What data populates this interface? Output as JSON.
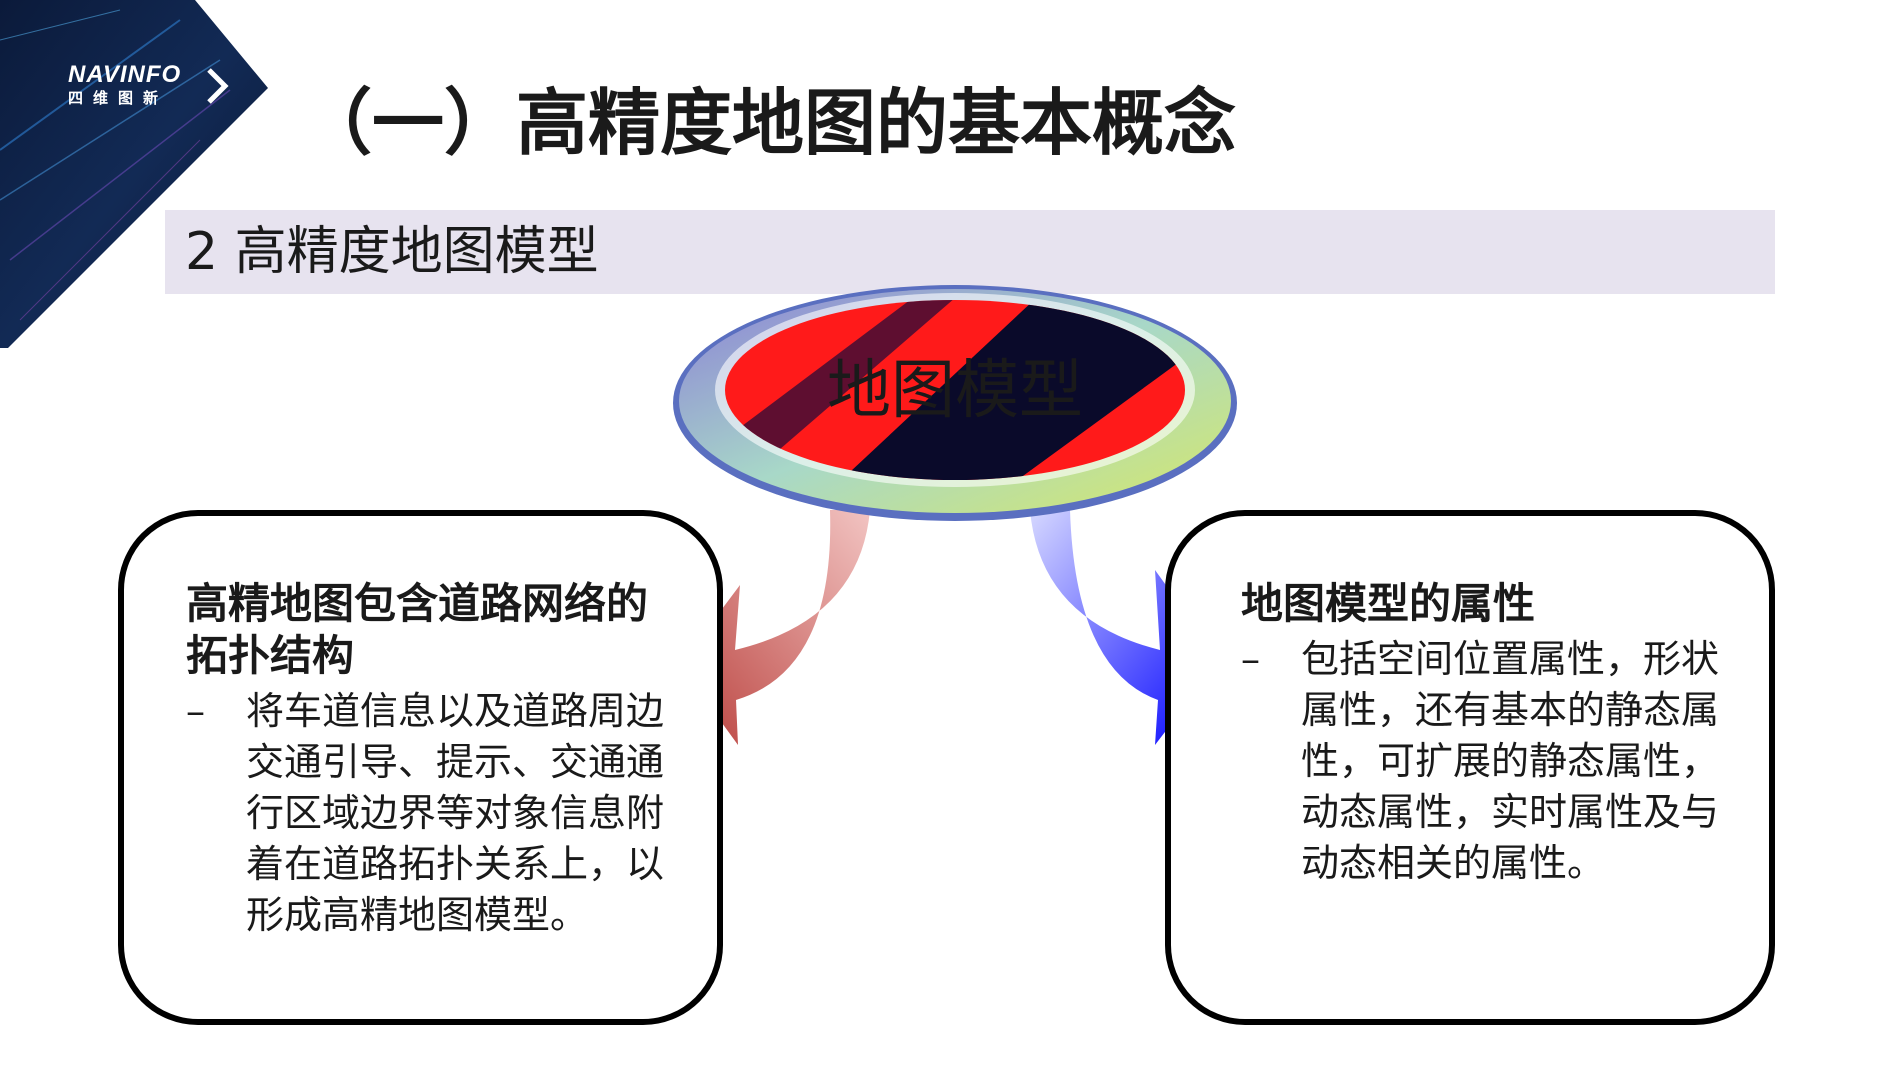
{
  "logo": {
    "brand": "NAVINFO",
    "sub": "四维图新"
  },
  "title": "（一）高精度地图的基本概念",
  "subtitle": "2 高精度地图模型",
  "center_label": "地图模型",
  "left_box": {
    "heading": "高精地图包含道路网络的拓扑结构",
    "dash": "–",
    "text": "将车道信息以及道路周边交通引导、提示、交通通行区域边界等对象信息附着在道路拓扑关系上，以形成高精地图模型。"
  },
  "right_box": {
    "heading": "地图模型的属性",
    "dash": "–",
    "text": "包括空间位置属性，形状属性，还有基本的静态属性，可扩展的静态属性，动态属性，实时属性及与动态相关的属性。"
  },
  "colors": {
    "band": "#e7e3ef",
    "left_arrow": "#c0504d",
    "right_arrow": "#0000ff",
    "disc_red": "#ff1a1a",
    "disc_dark": "#0a0a2a"
  }
}
